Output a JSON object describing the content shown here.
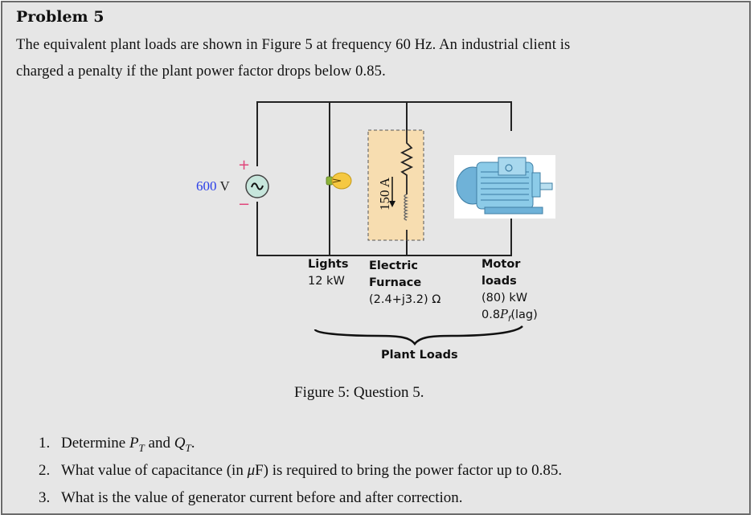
{
  "problem": {
    "title": "Problem 5",
    "intro_line1": "The equivalent plant loads are shown in Figure 5 at frequency 60 Hz. An industrial client is",
    "intro_line2": "charged a penalty if the plant power factor drops below 0.85."
  },
  "figure": {
    "source": {
      "value": "600",
      "unit": "V",
      "plus": "+",
      "minus": "−",
      "icon": "ac-source-icon"
    },
    "furnace_current": "150 A",
    "loads": {
      "lights": {
        "name": "Lights",
        "value": "12 kW",
        "icon": "light-bulb-icon"
      },
      "furnace": {
        "name_line1": "Electric",
        "name_line2": "Furnace",
        "value": "(2.4+j3.2) Ω",
        "icon": "resistor-inductor-icon"
      },
      "motor": {
        "name_line1": "Motor",
        "name_line2": "loads",
        "value": "(80) kW",
        "pf_prefix": "0.8",
        "pf_symbol": "P",
        "pf_sub": "f",
        "pf_suffix": "(lag)",
        "icon": "electric-motor-icon"
      }
    },
    "group_label": "Plant Loads",
    "caption": "Figure 5: Question 5."
  },
  "questions": [
    {
      "num": "1.",
      "pre": "Determine ",
      "p": "P",
      "p_sub": "T",
      "mid": " and ",
      "q": "Q",
      "q_sub": "T",
      "post": "."
    },
    {
      "num": "2.",
      "text_pre": "What value of capacitance (in ",
      "mu": "μ",
      "text_post": "F) is required to bring the power factor up to 0.85."
    },
    {
      "num": "3.",
      "text": "What is the value of generator current before and after correction."
    }
  ]
}
